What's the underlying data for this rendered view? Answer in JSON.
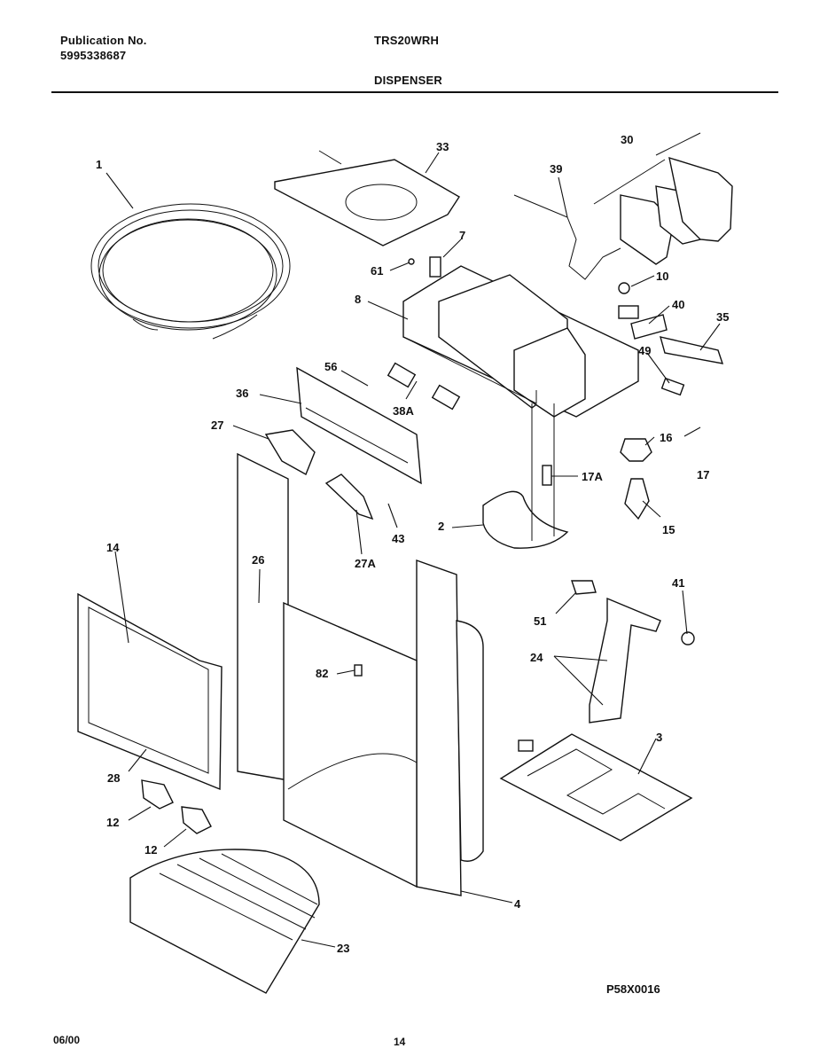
{
  "header": {
    "publication_label": "Publication No.",
    "publication_number": "5995338687",
    "model": "TRS20WRH",
    "section": "DISPENSER"
  },
  "labels": {
    "l1": "1",
    "l33": "33",
    "l30": "30",
    "l39": "39",
    "l7": "7",
    "l61": "61",
    "l10": "10",
    "l8": "8",
    "l40": "40",
    "l35": "35",
    "l49": "49",
    "l56": "56",
    "l36": "36",
    "l38a": "38A",
    "l16": "16",
    "l27": "27",
    "l17": "17",
    "l17a": "17A",
    "l43": "43",
    "l2": "2",
    "l15": "15",
    "l14": "14",
    "l26": "26",
    "l27a": "27A",
    "l41": "41",
    "l51": "51",
    "l24": "24",
    "l82": "82",
    "l3": "3",
    "l28": "28",
    "l12a": "12",
    "l12b": "12",
    "l4": "4",
    "l23": "23"
  },
  "footer": {
    "figure_code": "P58X0016",
    "date": "06/00",
    "page": "14"
  }
}
